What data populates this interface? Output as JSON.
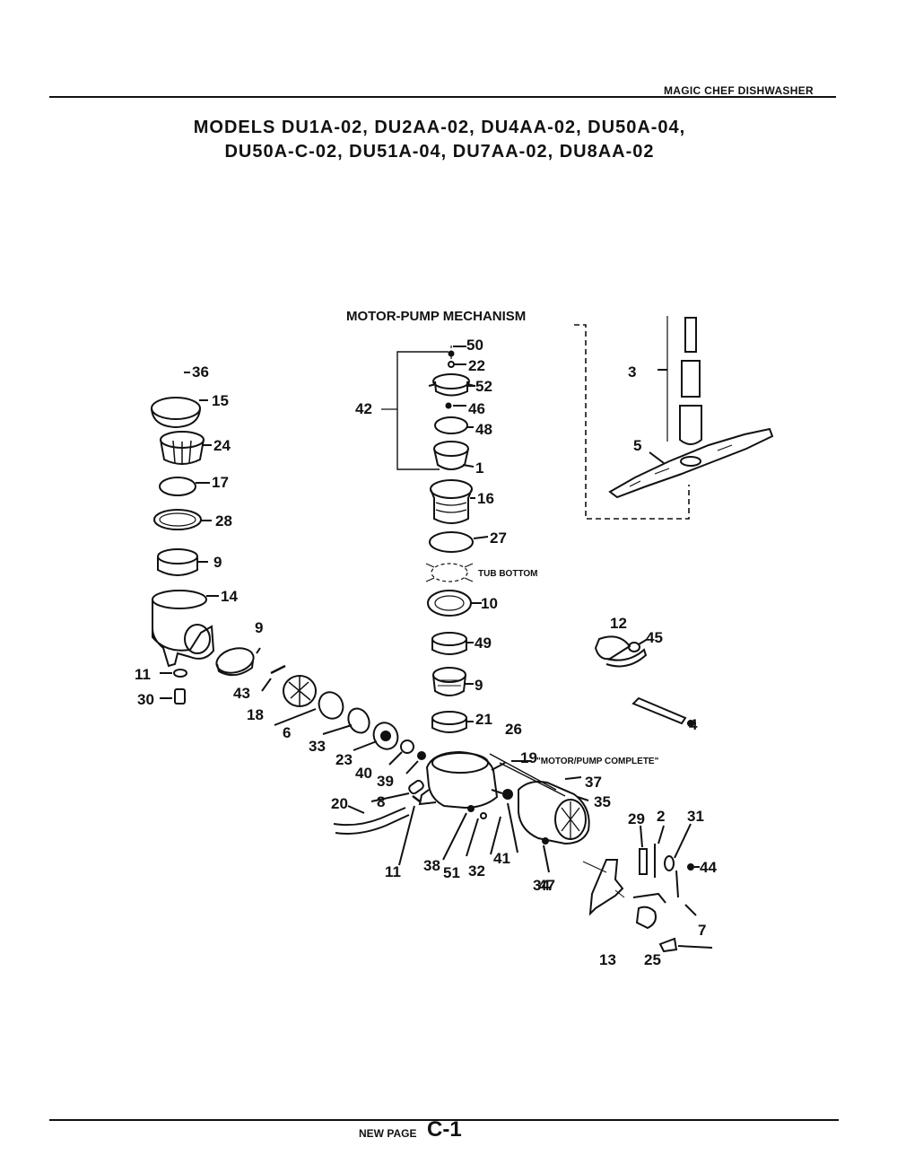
{
  "header": {
    "brand": "MAGIC CHEF DISHWASHER",
    "title_line1": "MODELS DU1A-02, DU2AA-02, DU4AA-02, DU50A-04,",
    "title_line2": "DU50A-C-02, DU51A-04, DU7AA-02, DU8AA-02"
  },
  "diagram": {
    "section_title": "MOTOR-PUMP MECHANISM",
    "tub_bottom": "TUB BOTTOM",
    "motor_pump_complete": "\"MOTOR/PUMP COMPLETE\"",
    "callouts": [
      "36",
      "15",
      "24",
      "17",
      "28",
      "9",
      "14",
      "9",
      "11",
      "30",
      "43",
      "18",
      "6",
      "33",
      "23",
      "40",
      "39",
      "8",
      "20",
      "11",
      "38",
      "51",
      "32",
      "41",
      "34",
      "50",
      "22",
      "52",
      "46",
      "42",
      "48",
      "1",
      "16",
      "27",
      "10",
      "49",
      "9",
      "21",
      "26",
      "19",
      "37",
      "35",
      "47",
      "3",
      "5",
      "12",
      "45",
      "4",
      "29",
      "2",
      "31",
      "44",
      "7",
      "13",
      "25"
    ]
  },
  "footer": {
    "new_page": "NEW PAGE",
    "page_id": "C-1"
  }
}
